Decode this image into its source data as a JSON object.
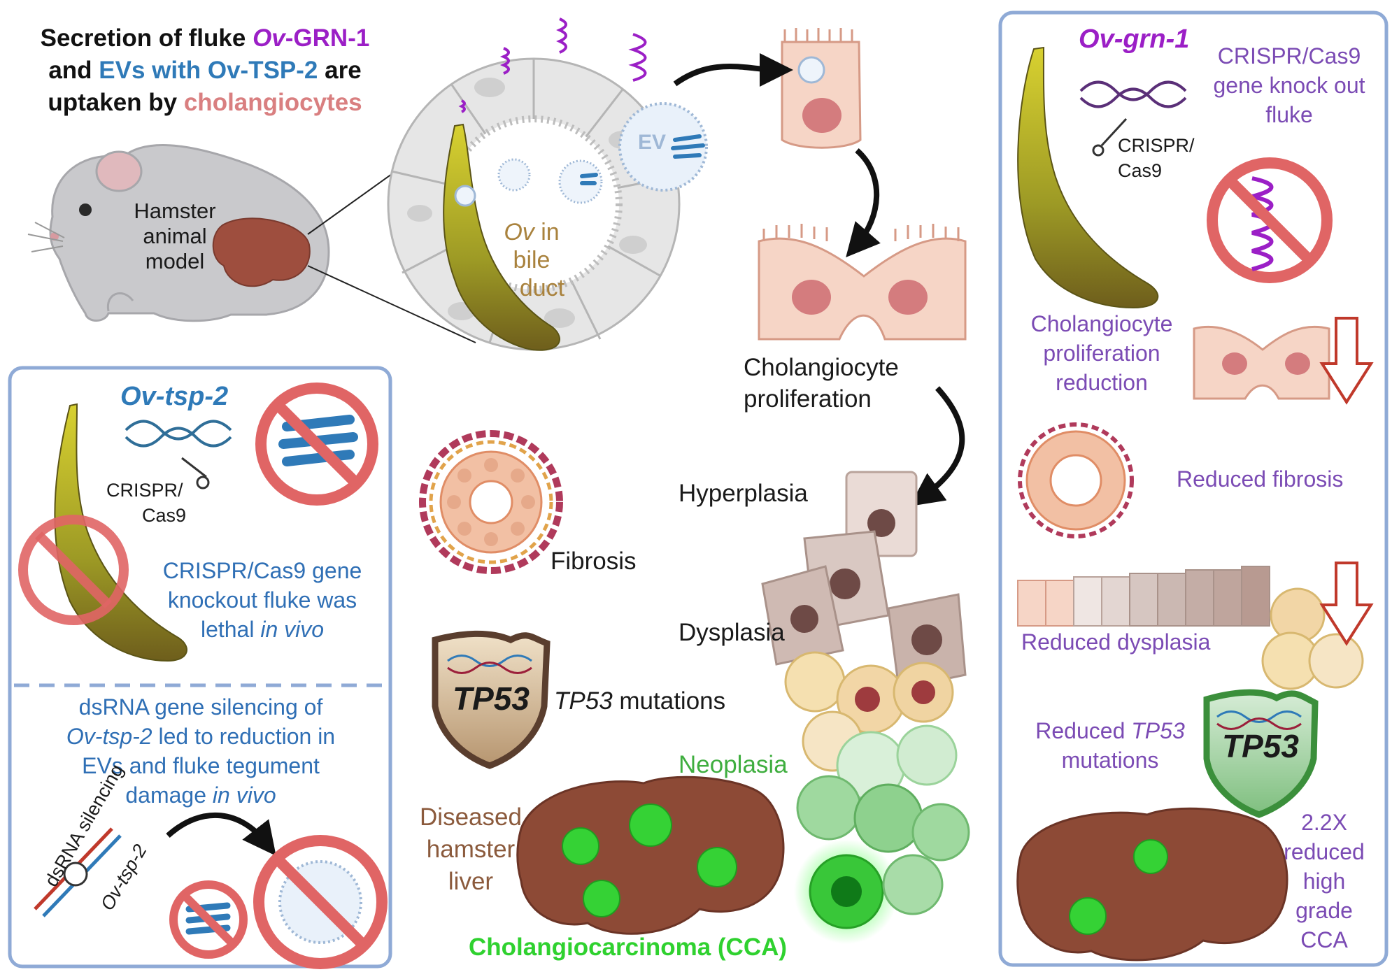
{
  "header": {
    "line1_a": "Secretion of fluke ",
    "line1_b": "Ov",
    "line1_c": "-GRN-1",
    "line2_a": "and ",
    "line2_b": "EVs with Ov-TSP-2",
    "line2_c": " are",
    "line3_a": "uptaken by ",
    "line3_b": "cholangiocytes"
  },
  "hamster": {
    "l1": "Hamster",
    "l2": "animal",
    "l3": "model"
  },
  "duct": {
    "ev": "EV",
    "ov": "Ov",
    "in": " in",
    "bile": "bile",
    "duct": "duct"
  },
  "center": {
    "prolif1": "Cholangiocyte",
    "prolif2": "proliferation",
    "hyperplasia": "Hyperplasia",
    "fibrosis": "Fibrosis",
    "dysplasia": "Dysplasia",
    "tp53_shield": "TP53",
    "tp53_it": "TP53",
    "tp53_rest": " mutations",
    "neoplasia": "Neoplasia",
    "diseased1": "Diseased",
    "diseased2": "hamster",
    "diseased3": "liver",
    "cca": "Cholangiocarcinoma (CCA)"
  },
  "left_panel": {
    "title": "Ov-tsp-2",
    "crispr1": "CRISPR/",
    "crispr2": "Cas9",
    "ko1": "CRISPR/Cas9 gene",
    "ko2": "knockout fluke was",
    "ko3a": "lethal ",
    "ko3b": "in vivo",
    "ds1": "dsRNA gene silencing of",
    "ds2a": "Ov-tsp-2",
    "ds2b": " led to reduction in",
    "ds3": "EVs and fluke tegument",
    "ds4a": "damage ",
    "ds4b": "in vivo",
    "rot1": "dsRNA silencing",
    "rot2": "Ov-tsp-2"
  },
  "right_panel": {
    "title": "Ov-grn-1",
    "crispr1": "CRISPR/",
    "crispr2": "Cas9",
    "ko1": "CRISPR/Cas9",
    "ko2": "gene knock out",
    "ko3": "fluke",
    "cp1": "Cholangiocyte",
    "cp2": "proliferation",
    "cp3": "reduction",
    "fib": "Reduced fibrosis",
    "dys": "Reduced dysplasia",
    "tp1a": "Reduced ",
    "tp1b": "TP53",
    "tp2": "mutations",
    "tp_shield": "TP53",
    "cca1": "2.2X",
    "cca2": "reduced",
    "cca3": "high",
    "cca4": "grade",
    "cca5": "CCA"
  },
  "colors": {
    "purple": "#9b1fc6",
    "blue": "#2f7ab8",
    "pink": "#d97f80",
    "green": "#3fae3f",
    "brown": "#8b5a3c",
    "ochre": "#a9823d",
    "violet": "#7b4bb4",
    "panel_border": "#8faad6",
    "no_sign": "#e06565"
  }
}
